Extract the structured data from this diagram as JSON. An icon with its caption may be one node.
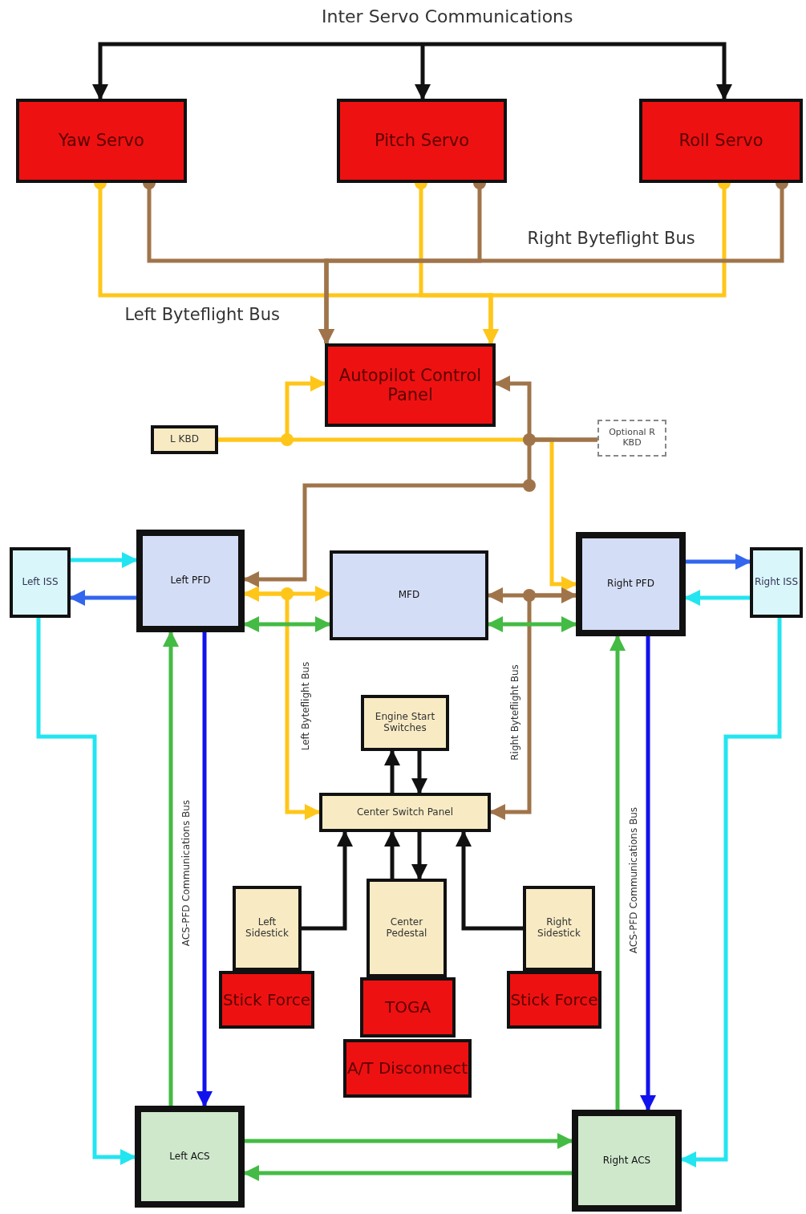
{
  "diagram": {
    "nodes": [
      {
        "text": [
          "Yaw Servo"
        ]
      },
      {
        "text": [
          "Pitch Servo"
        ]
      },
      {
        "text": [
          "Roll Servo"
        ]
      },
      {
        "text": [
          "Autopilot Control Panel"
        ]
      },
      {
        "text": [
          "L KBD"
        ]
      },
      {
        "text": [
          "Optional R KBD"
        ]
      },
      {
        "text": [
          "Left ISS"
        ]
      },
      {
        "text": [
          "Left PFD"
        ]
      },
      {
        "text": [
          "MFD"
        ]
      },
      {
        "text": [
          "Right PFD"
        ]
      },
      {
        "text": [
          "Right ISS"
        ]
      },
      {
        "text": [
          "Engine Start Switches"
        ]
      },
      {
        "text": [
          "Center Switch Panel"
        ]
      },
      {
        "text": [
          "Left Sidestick"
        ]
      },
      {
        "text": [
          "Center Pedestal"
        ]
      },
      {
        "text": [
          "Right Sidestick"
        ]
      },
      {
        "text": [
          "Stick Force"
        ]
      },
      {
        "text": [
          "TOGA"
        ]
      },
      {
        "text": [
          "A/T Disconnect"
        ]
      },
      {
        "text": [
          "Stick Force"
        ]
      },
      {
        "text": [
          "Left ACS"
        ]
      },
      {
        "text": [
          "Right ACS"
        ]
      }
    ],
    "edges": [
      {
        "from": null,
        "to": 0,
        "arrow": "to"
      },
      {
        "from": null,
        "to": 1,
        "arrow": "to"
      },
      {
        "from": null,
        "to": 2,
        "arrow": "to"
      },
      {
        "from": 0,
        "to": 3,
        "arrow": "to",
        "color": "#ffc61a"
      },
      {
        "from": 1,
        "to": 3,
        "arrow": "to",
        "color": "#ffc61a"
      },
      {
        "from": 2,
        "to": 3,
        "arrow": "to",
        "color": "#ffc61a"
      },
      {
        "from": 0,
        "to": 3,
        "arrow": "to",
        "color": "#a0744a"
      },
      {
        "from": 1,
        "to": 3,
        "arrow": "to",
        "color": "#a0744a"
      },
      {
        "from": 2,
        "to": 3,
        "arrow": "to",
        "color": "#a0744a"
      },
      {
        "from": 4,
        "to": 3,
        "arrow": "to",
        "color": "#ffc61a"
      },
      {
        "from": 4,
        "to": 9,
        "arrow": "to",
        "color": "#ffc61a"
      },
      {
        "from": 7,
        "to": 8,
        "arrow": "both",
        "color": "#ffc61a"
      },
      {
        "from": 7,
        "to": 12,
        "arrow": "to",
        "color": "#ffc61a"
      },
      {
        "from": 5,
        "to": 3,
        "arrow": "to",
        "color": "#a0744a"
      },
      {
        "from": 5,
        "to": 7,
        "arrow": "to",
        "color": "#a0744a"
      },
      {
        "from": 9,
        "to": 8,
        "arrow": "both",
        "color": "#a0744a"
      },
      {
        "from": 9,
        "to": 12,
        "arrow": "to",
        "color": "#a0744a"
      },
      {
        "from": 7,
        "to": 8,
        "arrow": "both",
        "color": "#44bb44"
      },
      {
        "from": 8,
        "to": 9,
        "arrow": "both",
        "color": "#44bb44"
      },
      {
        "from": 6,
        "to": 7,
        "arrow": "to",
        "color": "#22e5f0"
      },
      {
        "from": 7,
        "to": 6,
        "arrow": "to",
        "color": "#3366ee"
      },
      {
        "from": 9,
        "to": 10,
        "arrow": "to",
        "color": "#3366ee"
      },
      {
        "from": 10,
        "to": 9,
        "arrow": "to",
        "color": "#22e5f0"
      },
      {
        "from": 7,
        "to": 20,
        "arrow": "to",
        "color": "#1111ee"
      },
      {
        "from": 20,
        "to": 7,
        "arrow": "to",
        "color": "#44bb44"
      },
      {
        "from": 9,
        "to": 21,
        "arrow": "to",
        "color": "#1111ee"
      },
      {
        "from": 21,
        "to": 9,
        "arrow": "to",
        "color": "#44bb44"
      },
      {
        "from": 6,
        "to": 20,
        "arrow": "to",
        "color": "#22e5f0"
      },
      {
        "from": 10,
        "to": 21,
        "arrow": "to",
        "color": "#22e5f0"
      },
      {
        "from": 20,
        "to": 21,
        "arrow": "to",
        "color": "#44bb44"
      },
      {
        "from": 21,
        "to": 20,
        "arrow": "to",
        "color": "#44bb44"
      },
      {
        "from": 12,
        "to": 11,
        "arrow": "to"
      },
      {
        "from": 11,
        "to": 12,
        "arrow": "to"
      },
      {
        "from": 13,
        "to": 12,
        "arrow": "to"
      },
      {
        "from": 14,
        "to": 12,
        "arrow": "to"
      },
      {
        "from": 12,
        "to": 14,
        "arrow": "to"
      },
      {
        "from": 15,
        "to": 12,
        "arrow": "to"
      }
    ],
    "labels": [
      "Inter Servo Communications",
      "Right Byteflight Bus",
      "Left Byteflight Bus",
      "ACS-PFD Communications Bus",
      "Left Byteflight Bus",
      "Right Byteflight Bus",
      "ACS-PFD Communications Bus"
    ]
  }
}
